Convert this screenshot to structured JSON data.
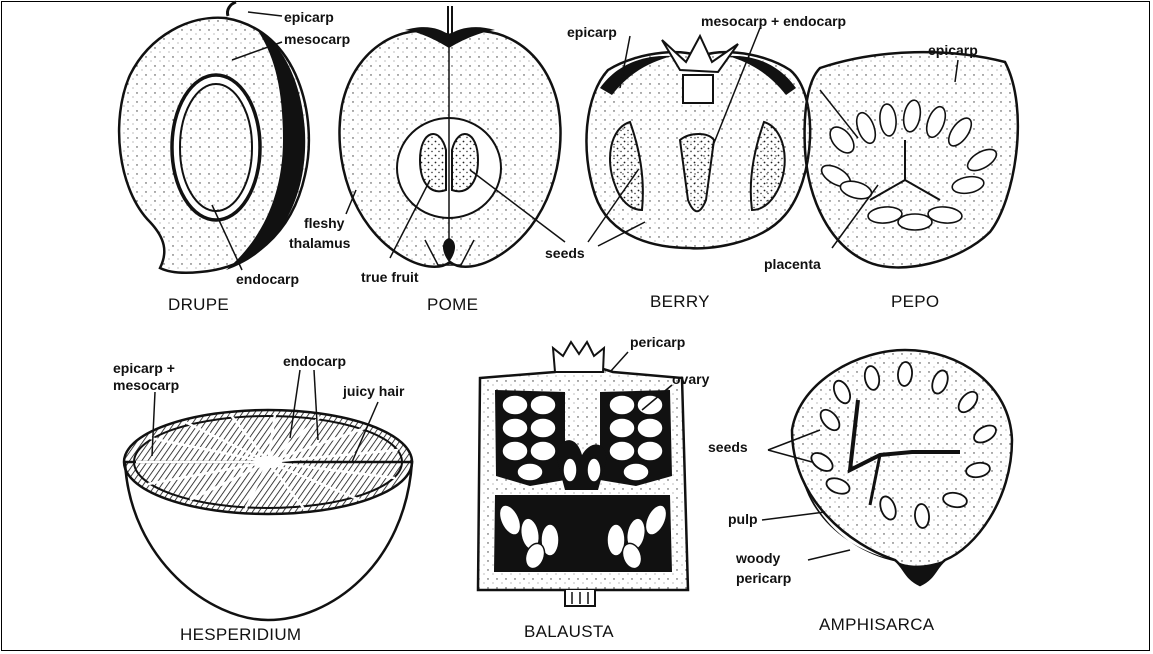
{
  "fruits": {
    "drupe": {
      "name": "DRUPE",
      "labels": {
        "epicarp": "epicarp",
        "mesocarp": "mesocarp",
        "endocarp": "endocarp"
      }
    },
    "pome": {
      "name": "POME",
      "labels": {
        "fleshy": "fleshy",
        "thalamus": "thalamus",
        "true_fruit": "true fruit"
      }
    },
    "berry": {
      "name": "BERRY",
      "labels": {
        "epicarp": "epicarp",
        "meso_endo": "mesocarp + endocarp",
        "seeds": "seeds"
      }
    },
    "pepo": {
      "name": "PEPO",
      "labels": {
        "epicarp": "epicarp",
        "placenta": "placenta"
      }
    },
    "hesperidium": {
      "name": "HESPERIDIUM",
      "labels": {
        "epi_meso_1": "epicarp +",
        "epi_meso_2": "mesocarp",
        "endocarp": "endocarp",
        "juicy_hair": "juicy hair"
      }
    },
    "balausta": {
      "name": "BALAUSTA",
      "labels": {
        "pericarp": "pericarp",
        "ovary": "ovary"
      }
    },
    "amphisarca": {
      "name": "AMPHISARCA",
      "labels": {
        "seeds": "seeds",
        "pulp": "pulp",
        "woody": "woody",
        "pericarp": "pericarp"
      }
    }
  },
  "colors": {
    "ink": "#111111",
    "paper": "#ffffff"
  }
}
